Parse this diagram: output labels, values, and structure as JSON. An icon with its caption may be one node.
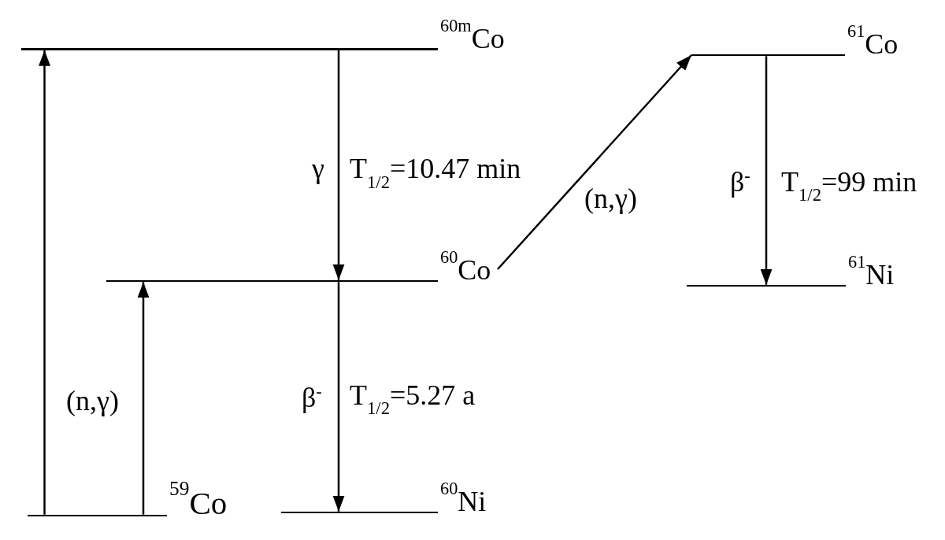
{
  "diagram": {
    "nodes": [
      {
        "text": [
          "$^{60m}$Co"
        ]
      },
      {
        "text": [
          "$^{61}$Co"
        ]
      },
      {
        "text": [
          "$^{60}$Co"
        ]
      },
      {
        "text": [
          "$^{61}$Ni"
        ]
      },
      {
        "text": [
          "$^{59}$Co"
        ]
      },
      {
        "text": [
          "$^{60}$Ni"
        ]
      }
    ],
    "edges": [
      {
        "from": 4,
        "to": 0,
        "arrow": "to"
      },
      {
        "from": 4,
        "to": 2,
        "arrow": "to",
        "label": "(n,γ)"
      },
      {
        "from": 0,
        "to": 2,
        "arrow": "to",
        "label": "γ"
      },
      {
        "from": 2,
        "to": 5,
        "arrow": "to",
        "label": "β$^{-}$"
      },
      {
        "from": 2,
        "to": 1,
        "arrow": "to",
        "label": "(n,γ)"
      },
      {
        "from": 1,
        "to": 3,
        "arrow": "to",
        "label": "β$^{-}$"
      }
    ],
    "labels": [
      "T$_{1/2}$=10.47 min",
      "T$_{1/2}$=99 min",
      "T$_{1/2}$=5.27 a"
    ]
  }
}
